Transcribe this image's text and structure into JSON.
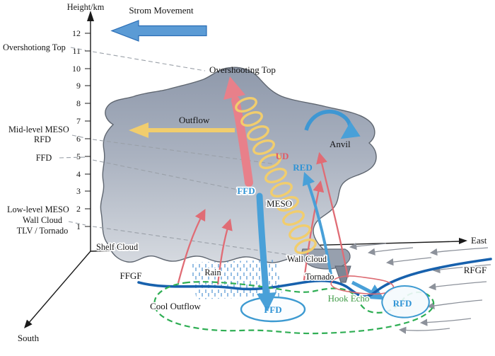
{
  "axis": {
    "label": "Height/km",
    "ticks": [
      "12",
      "11",
      "10",
      "9",
      "8",
      "7",
      "6",
      "5",
      "4",
      "3",
      "2",
      "1"
    ],
    "east": "East",
    "south": "South"
  },
  "left_labels": {
    "overshooting_top": "Overshotiong Top",
    "mid_level_meso": "Mid-level MESO",
    "rfd": "RFD",
    "ffd": "FFD",
    "low_level_meso": "Low-level MESO",
    "wall_cloud": "Wall Cloud",
    "tlv_tornado": "TLV / Tornado"
  },
  "storm": {
    "movement": "Strom Movement",
    "overshooting_top": "Overshooting Top",
    "outflow": "Outflow",
    "anvil": "Anvil",
    "ud": "UD",
    "red": "RED",
    "ffd": "FFD",
    "meso": "MESO",
    "shelf_cloud": "Shelf Cloud",
    "wall_cloud": "Wall Cloud",
    "tornado": "Tornado",
    "rain": "Rain"
  },
  "surface": {
    "ffgf": "FFGF",
    "rfgf": "RFGF",
    "cool_outflow": "Cool Outflow",
    "hook_echo": "Hook Echo",
    "ffd": "FFD",
    "rfd": "RFD"
  },
  "colors": {
    "updraft_red": "#e8808a",
    "inflow_red": "#e06c75",
    "downdraft_blue": "#49a0d8",
    "gust_front": "#1761ad",
    "outflow_yellow": "#f1cd6d",
    "hook_green": "#2fae54",
    "cloud_dark": "#8f99ab",
    "cloud_light": "#d3d7de"
  }
}
